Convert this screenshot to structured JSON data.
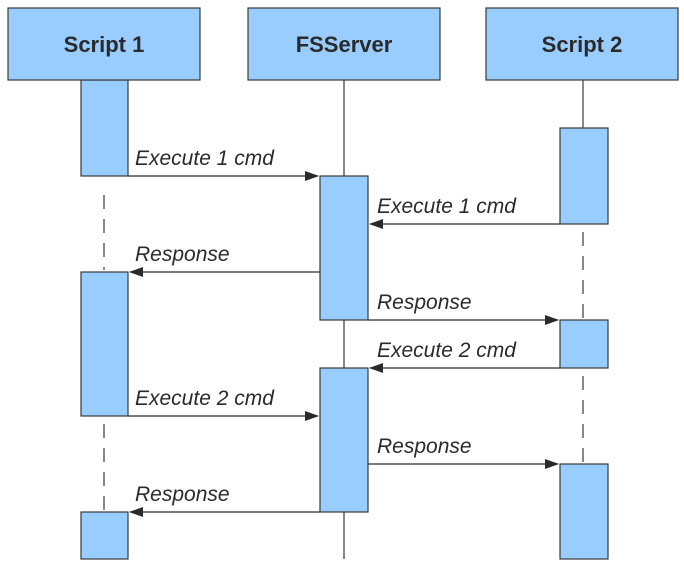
{
  "participants": [
    {
      "label": "Script 1"
    },
    {
      "label": "FSServer"
    },
    {
      "label": "Script 2"
    }
  ],
  "messages": [
    {
      "label": "Execute 1 cmd",
      "from": "Script 1",
      "to": "FSServer"
    },
    {
      "label": "Execute 1 cmd",
      "from": "Script 2",
      "to": "FSServer"
    },
    {
      "label": "Response",
      "from": "FSServer",
      "to": "Script 1"
    },
    {
      "label": "Response",
      "from": "FSServer",
      "to": "Script 2"
    },
    {
      "label": "Execute 2 cmd",
      "from": "Script 2",
      "to": "FSServer"
    },
    {
      "label": "Execute 2 cmd",
      "from": "Script 1",
      "to": "FSServer"
    },
    {
      "label": "Response",
      "from": "FSServer",
      "to": "Script 2"
    },
    {
      "label": "Response",
      "from": "FSServer",
      "to": "Script 1"
    }
  ],
  "colors": {
    "box_fill": "#99ccff",
    "stroke": "#3a3a3a",
    "text": "#2a2a2a"
  }
}
